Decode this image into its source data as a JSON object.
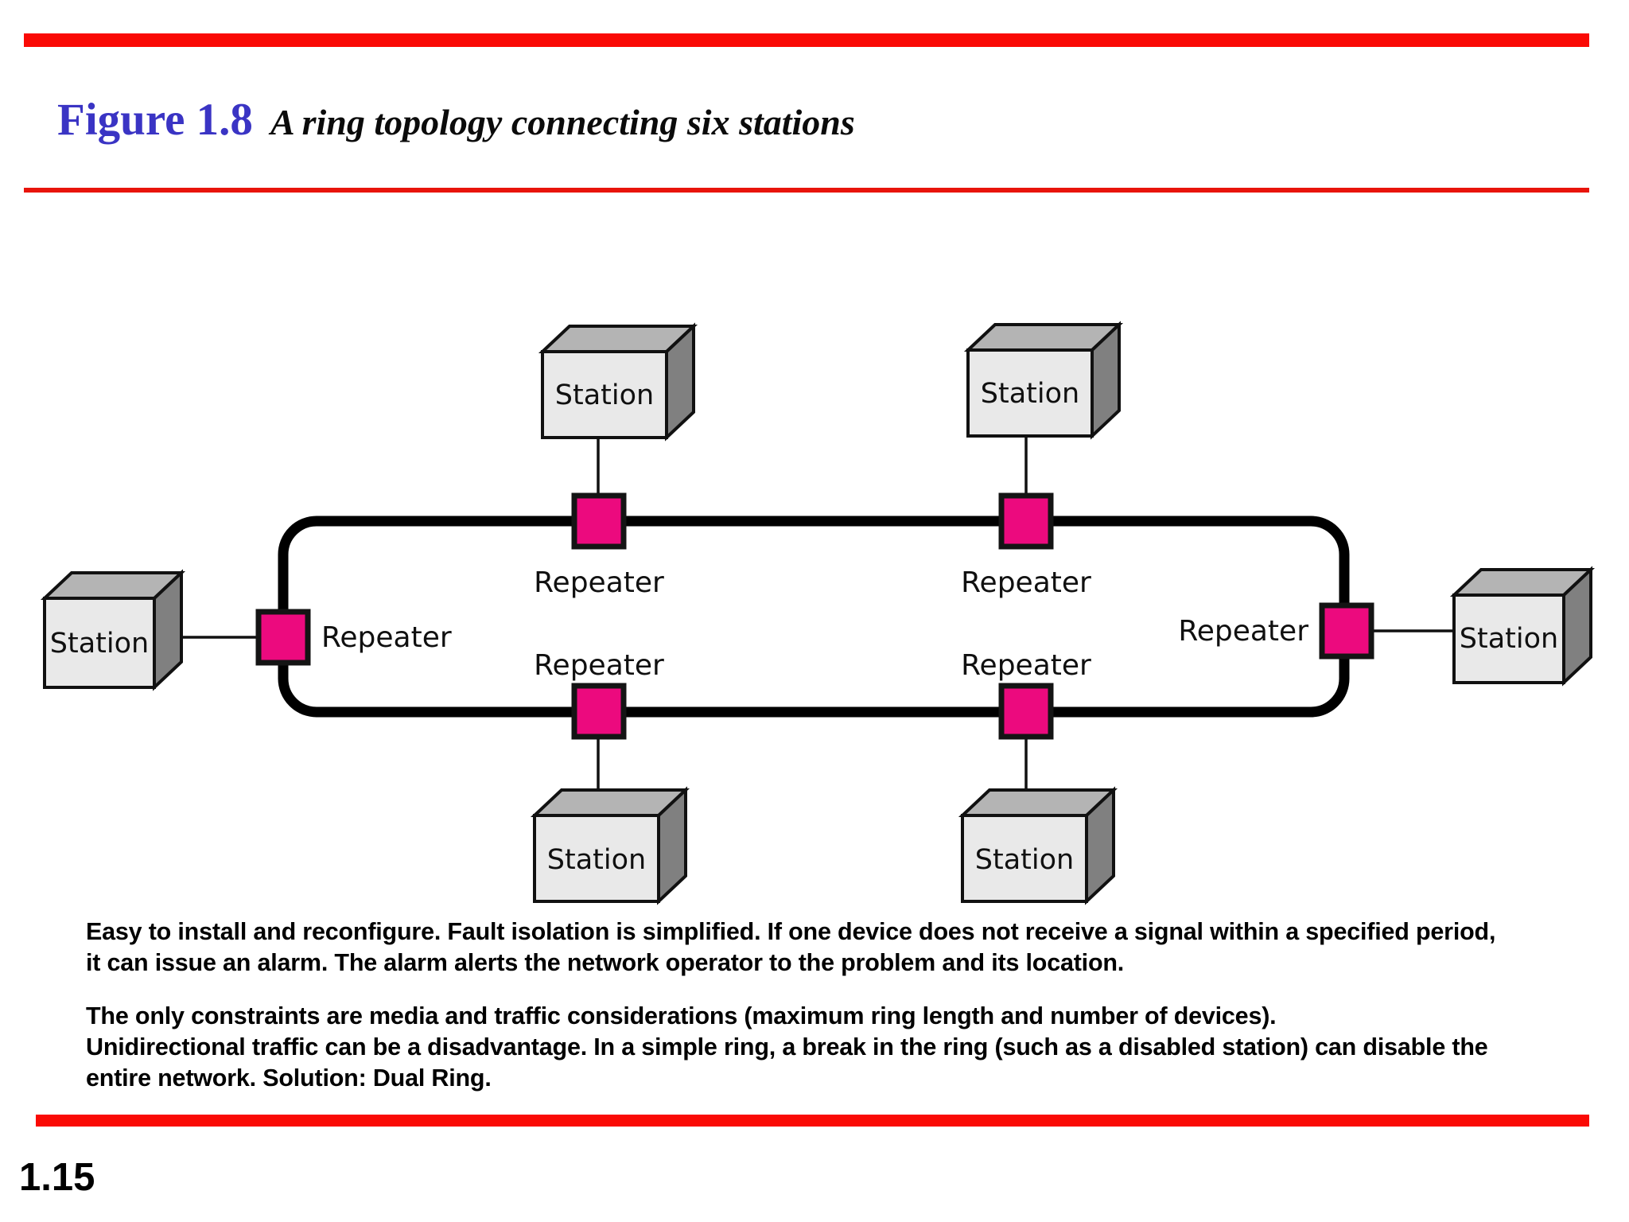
{
  "slide": {
    "page_number": "1.15",
    "accent_red": "#FA0A05",
    "title_blue": "#3A34C4",
    "repeater_pink": "#EC0A7E"
  },
  "header": {
    "figure_label": "Figure 1.8",
    "figure_caption": "A ring topology connecting six stations"
  },
  "diagram": {
    "type": "ring-topology",
    "station_label": "Station",
    "repeater_label": "Repeater",
    "stations": [
      {
        "id": "station-top-left",
        "label": "Station"
      },
      {
        "id": "station-top-right",
        "label": "Station"
      },
      {
        "id": "station-left",
        "label": "Station"
      },
      {
        "id": "station-right",
        "label": "Station"
      },
      {
        "id": "station-bottom-left",
        "label": "Station"
      },
      {
        "id": "station-bottom-right",
        "label": "Station"
      }
    ],
    "repeaters": [
      {
        "id": "repeater-top-left",
        "label": "Repeater"
      },
      {
        "id": "repeater-top-right",
        "label": "Repeater"
      },
      {
        "id": "repeater-left",
        "label": "Repeater"
      },
      {
        "id": "repeater-right",
        "label": "Repeater"
      },
      {
        "id": "repeater-bottom-left",
        "label": "Repeater"
      },
      {
        "id": "repeater-bottom-right",
        "label": "Repeater"
      }
    ]
  },
  "body": {
    "paragraph1_line1": "Easy to install and reconfigure. Fault isolation is simplified. If one device does not receive a signal within a specified period,",
    "paragraph1_line2": "it can issue an alarm. The alarm alerts the network operator to the problem and its location.",
    "paragraph2_line1": "The only constraints are media and traffic considerations (maximum ring length and number of devices).",
    "paragraph2_line2": "Unidirectional traffic can be a disadvantage. In a simple ring, a break in the ring (such as a disabled station) can disable the",
    "paragraph2_line3": "entire network. Solution: Dual Ring."
  }
}
